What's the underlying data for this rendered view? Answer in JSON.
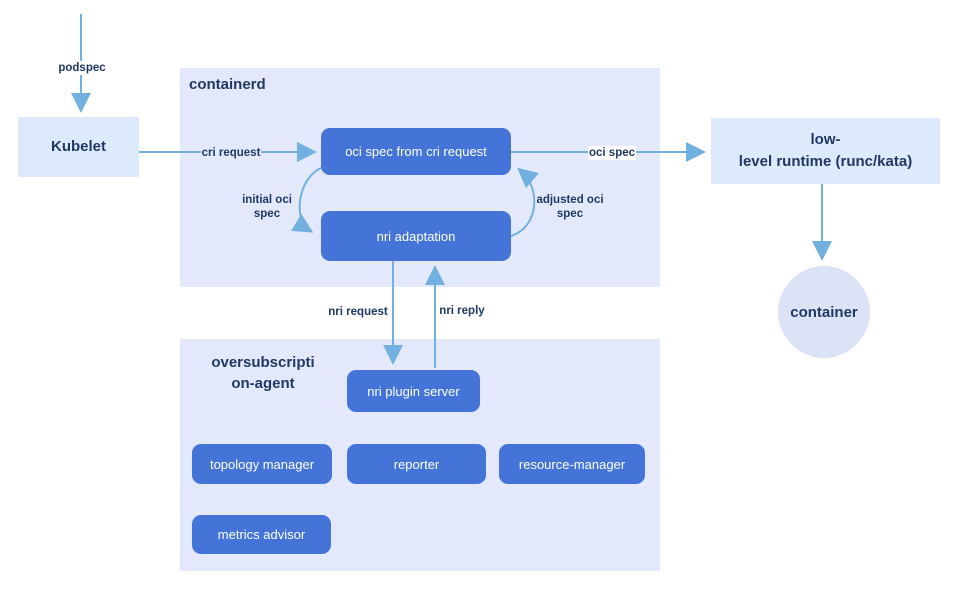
{
  "colors": {
    "background": "#ffffff",
    "panel_fill": "#e3e9fa",
    "light_node_fill": "#ddeafb",
    "circle_fill": "#dce3f7",
    "blue_node_fill": "#4474d8",
    "blue_node_text": "#ffffff",
    "label_text": "#1f3864",
    "arrow": "#72b1df"
  },
  "panels": {
    "containerd": {
      "title": "containerd"
    },
    "agent": {
      "title_line1": "oversubscripti",
      "title_line2": "on-agent"
    }
  },
  "nodes": {
    "kubelet": "Kubelet",
    "oci_spec_from_cri_request": "oci spec from cri request",
    "nri_adaptation": "nri adaptation",
    "low_level_runtime_line1": "low-",
    "low_level_runtime_line2": "level runtime (runc/kata)",
    "container": "container",
    "nri_plugin_server": "nri plugin server",
    "topology_manager": "topology manager",
    "reporter": "reporter",
    "resource_manager": "resource-manager",
    "metrics_advisor": "metrics advisor"
  },
  "edges": {
    "podspec": "podspec",
    "cri_request": "cri request",
    "oci_spec": "oci spec",
    "initial_oci_spec_line1": "initial oci",
    "initial_oci_spec_line2": "spec",
    "adjusted_oci_spec_line1": "adjusted oci",
    "adjusted_oci_spec_line2": "spec",
    "nri_request": "nri request",
    "nri_reply": "nri reply"
  }
}
